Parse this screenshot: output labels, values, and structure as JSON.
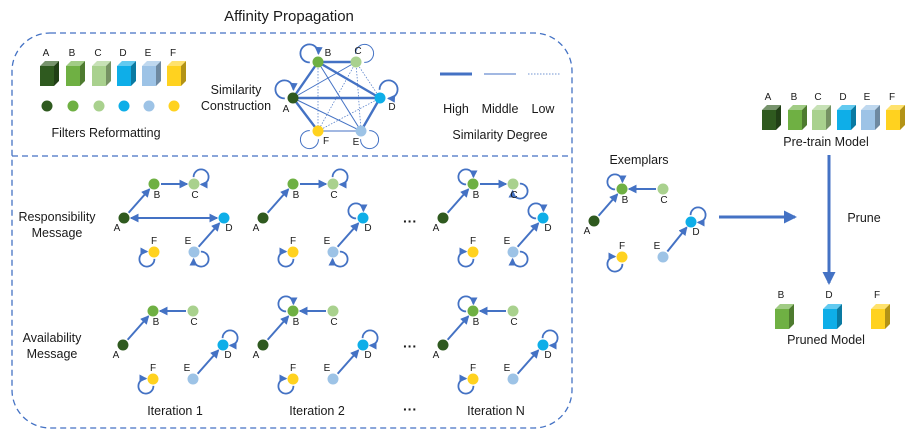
{
  "title": "Affinity Propagation",
  "filters": {
    "letters": [
      "A",
      "B",
      "C",
      "D",
      "E",
      "F"
    ],
    "caption": "Filters Reformatting"
  },
  "similarity": {
    "caption_line1": "Similarity",
    "caption_line2": "Construction",
    "legend_high": "High",
    "legend_middle": "Middle",
    "legend_low": "Low",
    "degree_caption": "Similarity Degree"
  },
  "rows": {
    "responsibility_line1": "Responsibility",
    "responsibility_line2": "Message",
    "availability_line1": "Availability",
    "availability_line2": "Message"
  },
  "iterations": [
    "Iteration 1",
    "Iteration 2",
    "Iteration N"
  ],
  "ellipsis": "···",
  "exemplars_title": "Exemplars",
  "pretrain": {
    "letters": [
      "A",
      "B",
      "C",
      "D",
      "E",
      "F"
    ],
    "caption": "Pre-train Model"
  },
  "prune_label": "Prune",
  "pruned": {
    "letters": [
      "B",
      "D",
      "F"
    ],
    "caption": "Pruned Model"
  },
  "node_labels": [
    "A",
    "B",
    "C",
    "D",
    "E",
    "F"
  ],
  "colors": {
    "A": "#2f5a1f",
    "B": "#6fb043",
    "C": "#a9d18e",
    "D": "#0eaee8",
    "E": "#9dc3e6",
    "F": "#ffd21f",
    "arrow": "#4472c4",
    "border": "#4472c4"
  }
}
